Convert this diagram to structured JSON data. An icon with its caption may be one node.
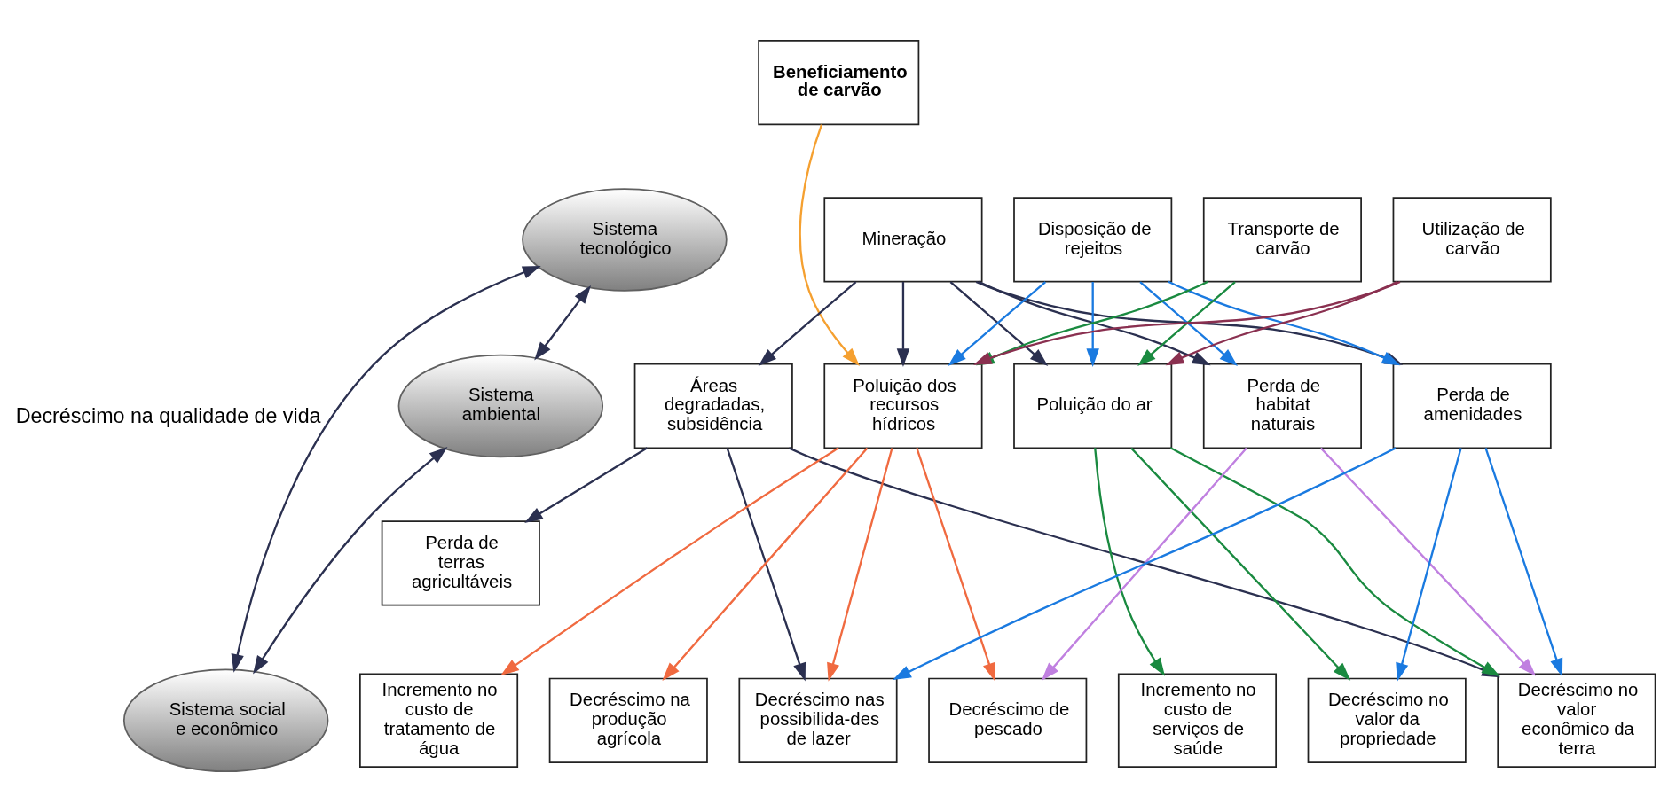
{
  "diagram": {
    "nodes": [
      {
        "text": [
          "Sistema tecnológico"
        ]
      },
      {
        "text": [
          "Sistema ambiental"
        ]
      },
      {
        "text": [
          "Sistema social e econômico"
        ]
      },
      {
        "text": [
          "Beneficiamento de carvão"
        ]
      },
      {
        "text": [
          "Mineração"
        ]
      },
      {
        "text": [
          "Disposição de rejeitos"
        ]
      },
      {
        "text": [
          "Transporte de carvão"
        ]
      },
      {
        "text": [
          "Utilização de carvão"
        ]
      },
      {
        "text": [
          "Áreas degradadas, subsidência"
        ]
      },
      {
        "text": [
          "Poluição dos recursos hídricos"
        ]
      },
      {
        "text": [
          "Poluição do ar"
        ]
      },
      {
        "text": [
          "Perda de habitat naturais"
        ]
      },
      {
        "text": [
          "Perda de amenidades"
        ]
      },
      {
        "text": [
          "Perda de terras agricultáveis"
        ]
      },
      {
        "text": [
          "Incremento no custo de tratamento de água"
        ]
      },
      {
        "text": [
          "Decréscimo na produção agrícola"
        ]
      },
      {
        "text": [
          "Decréscimo nas possibilida-des de lazer"
        ]
      },
      {
        "text": [
          "Decréscimo de pescado"
        ]
      },
      {
        "text": [
          "Incremento no custo de serviços de saúde"
        ]
      },
      {
        "text": [
          "Decréscimo no valor da propriedade"
        ]
      },
      {
        "text": [
          "Decréscimo no valor econômico da terra"
        ]
      }
    ],
    "edges": [
      {
        "from": 0,
        "to": 1,
        "arrow": "both"
      },
      {
        "from": 1,
        "to": 2,
        "arrow": "both"
      },
      {
        "from": 0,
        "to": 2,
        "arrow": "both",
        "label": "Decréscimo na qualidade de vida"
      },
      {
        "from": 3,
        "to": 9,
        "arrow": "to",
        "color": "#f5a030"
      },
      {
        "from": 4,
        "to": 8,
        "arrow": "to"
      },
      {
        "from": 4,
        "to": 9,
        "arrow": "to"
      },
      {
        "from": 4,
        "to": 10,
        "arrow": "to"
      },
      {
        "from": 4,
        "to": 11,
        "arrow": "to"
      },
      {
        "from": 4,
        "to": 12,
        "arrow": "to"
      },
      {
        "from": 5,
        "to": 9,
        "arrow": "to",
        "color": "#1a7ae0"
      },
      {
        "from": 5,
        "to": 10,
        "arrow": "to",
        "color": "#1a7ae0"
      },
      {
        "from": 5,
        "to": 11,
        "arrow": "to",
        "color": "#1a7ae0"
      },
      {
        "from": 5,
        "to": 12,
        "arrow": "to",
        "color": "#1a7ae0"
      },
      {
        "from": 6,
        "to": 9,
        "arrow": "to",
        "color": "#1a8a40"
      },
      {
        "from": 6,
        "to": 10,
        "arrow": "to",
        "color": "#1a8a40"
      },
      {
        "from": 7,
        "to": 9,
        "arrow": "to",
        "color": "#8a3050"
      },
      {
        "from": 7,
        "to": 10,
        "arrow": "to",
        "color": "#8a3050"
      },
      {
        "from": 8,
        "to": 13,
        "arrow": "to"
      },
      {
        "from": 8,
        "to": 16,
        "arrow": "to"
      },
      {
        "from": 8,
        "to": 20,
        "arrow": "to"
      },
      {
        "from": 9,
        "to": 14,
        "arrow": "to",
        "color": "#f06a40"
      },
      {
        "from": 9,
        "to": 15,
        "arrow": "to",
        "color": "#f06a40"
      },
      {
        "from": 9,
        "to": 16,
        "arrow": "to",
        "color": "#f06a40"
      },
      {
        "from": 9,
        "to": 17,
        "arrow": "to",
        "color": "#f06a40"
      },
      {
        "from": 10,
        "to": 18,
        "arrow": "to",
        "color": "#1a8a40"
      },
      {
        "from": 10,
        "to": 19,
        "arrow": "to",
        "color": "#1a8a40"
      },
      {
        "from": 10,
        "to": 20,
        "arrow": "to",
        "color": "#1a8a40"
      },
      {
        "from": 11,
        "to": 17,
        "arrow": "to",
        "color": "#c080e0"
      },
      {
        "from": 11,
        "to": 20,
        "arrow": "to",
        "color": "#c080e0"
      },
      {
        "from": 12,
        "to": 16,
        "arrow": "to",
        "color": "#1a7ae0"
      },
      {
        "from": 12,
        "to": 19,
        "arrow": "to",
        "color": "#1a7ae0"
      },
      {
        "from": 12,
        "to": 20,
        "arrow": "to",
        "color": "#1a7ae0"
      }
    ]
  }
}
